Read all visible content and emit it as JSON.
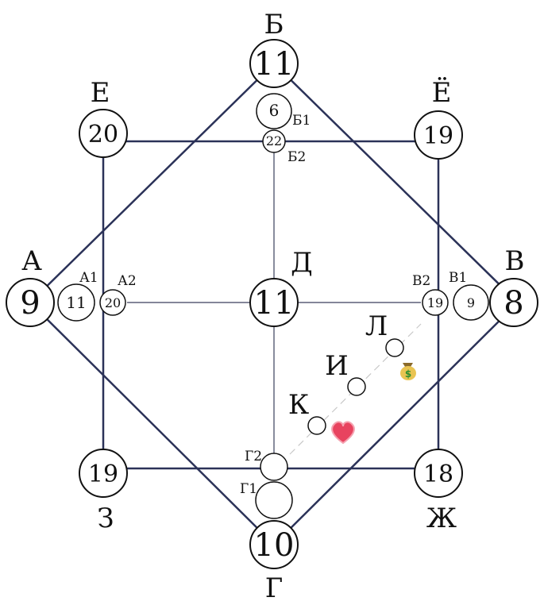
{
  "colors": {
    "frame": "#2b3258",
    "thin_line": "#3a3f5c",
    "circle": "#111111",
    "dash": "#c8c8c8",
    "heart": "#e8435f",
    "money_bag": "#e9c452"
  },
  "points": {
    "A": {
      "label": "А",
      "value": "9"
    },
    "B": {
      "label": "Б",
      "value": "11"
    },
    "V": {
      "label": "В",
      "value": "8"
    },
    "G": {
      "label": "Г",
      "value": "10"
    },
    "D": {
      "label": "Д",
      "value": "11"
    },
    "E": {
      "label": "Е",
      "value": "20"
    },
    "Yo": {
      "label": "Ё",
      "value": "19"
    },
    "Zh": {
      "label": "Ж",
      "value": "18"
    },
    "Z": {
      "label": "З",
      "value": "19"
    }
  },
  "inner": {
    "A1": {
      "label": "А1",
      "value": "11"
    },
    "A2": {
      "label": "А2",
      "value": "20"
    },
    "B1": {
      "label": "Б1",
      "value": "6"
    },
    "B2": {
      "label": "Б2",
      "value": "22"
    },
    "V1": {
      "label": "В1",
      "value": "9"
    },
    "V2": {
      "label": "В2",
      "value": "19"
    },
    "G1": {
      "label": "Г1",
      "value": ""
    },
    "G2": {
      "label": "Г2",
      "value": ""
    }
  },
  "diagonal": {
    "K": {
      "label": "К"
    },
    "I": {
      "label": "И"
    },
    "L": {
      "label": "Л"
    }
  },
  "icons": [
    "heart-icon",
    "money-bag-icon"
  ]
}
